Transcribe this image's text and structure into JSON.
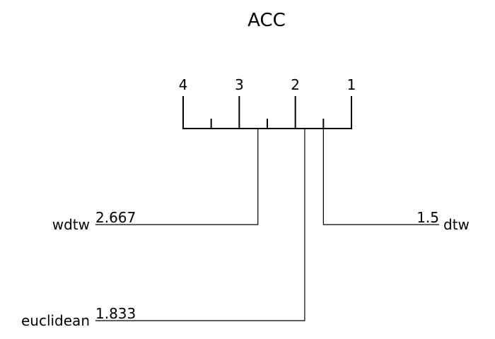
{
  "chart_data": {
    "type": "critical-difference",
    "title": "ACC",
    "axis": {
      "range": [
        1,
        4
      ],
      "reversed": true,
      "ticks": [
        4,
        3,
        2,
        1
      ],
      "tick_labels": [
        "4",
        "3",
        "2",
        "1"
      ],
      "minor_ticks": [
        3.5,
        2.5,
        1.5
      ]
    },
    "methods": [
      {
        "name": "wdtw",
        "avg_rank": 2.667,
        "rank_label": "2.667",
        "side": "left"
      },
      {
        "name": "euclidean",
        "avg_rank": 1.833,
        "rank_label": "1.833",
        "side": "left"
      },
      {
        "name": "dtw",
        "avg_rank": 1.5,
        "rank_label": "1.5",
        "side": "right"
      }
    ],
    "colors": {
      "ink": "#000000",
      "background": "#ffffff"
    }
  }
}
